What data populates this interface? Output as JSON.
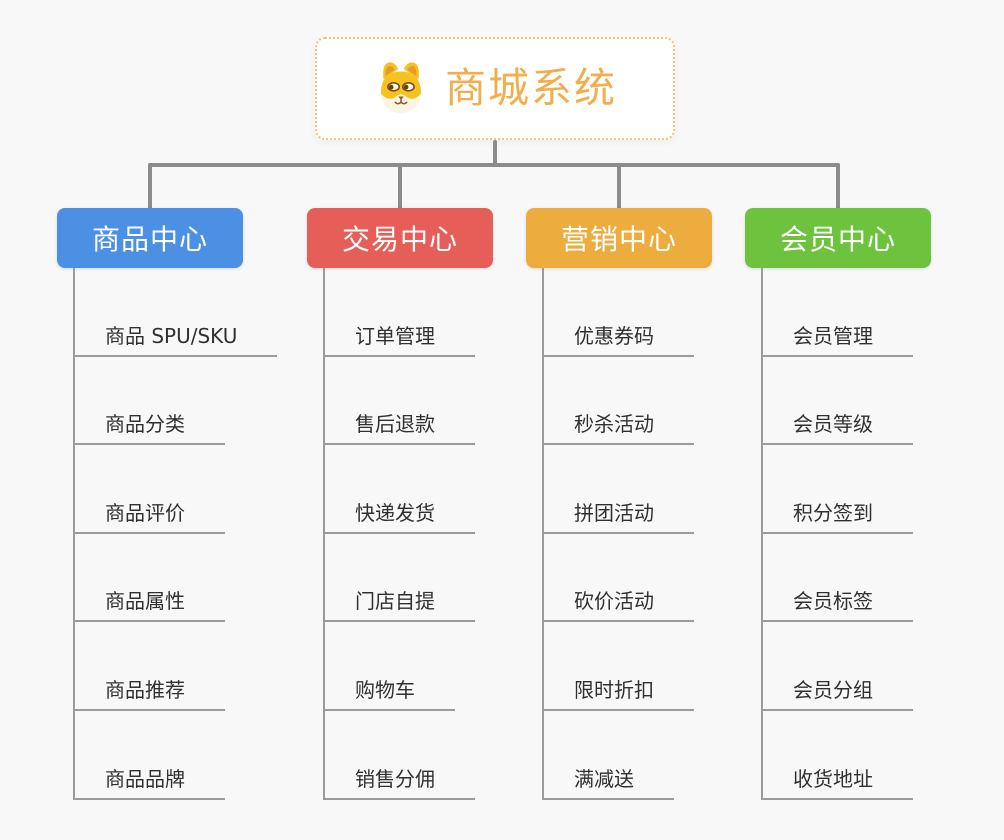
{
  "root": {
    "title": "商城系统",
    "icon": "dog-face-icon",
    "title_color": "#f0ae4c",
    "border_color": "#f2c47c"
  },
  "branches": [
    {
      "label": "商品中心",
      "color": "#4b90e2",
      "children": [
        "商品 SPU/SKU",
        "商品分类",
        "商品评价",
        "商品属性",
        "商品推荐",
        "商品品牌"
      ]
    },
    {
      "label": "交易中心",
      "color": "#e55f58",
      "children": [
        "订单管理",
        "售后退款",
        "快递发货",
        "门店自提",
        "购物车",
        "销售分佣"
      ]
    },
    {
      "label": "营销中心",
      "color": "#edac3e",
      "children": [
        "优惠券码",
        "秒杀活动",
        "拼团活动",
        "砍价活动",
        "限时折扣",
        "满减送"
      ]
    },
    {
      "label": "会员中心",
      "color": "#6dc33e",
      "children": [
        "会员管理",
        "会员等级",
        "积分签到",
        "会员标签",
        "会员分组",
        "收货地址"
      ]
    }
  ],
  "colors": {
    "background": "#f8f8f8",
    "connector": "#8c8c8c",
    "child_line": "#9b9b9b",
    "child_text": "#303030"
  }
}
